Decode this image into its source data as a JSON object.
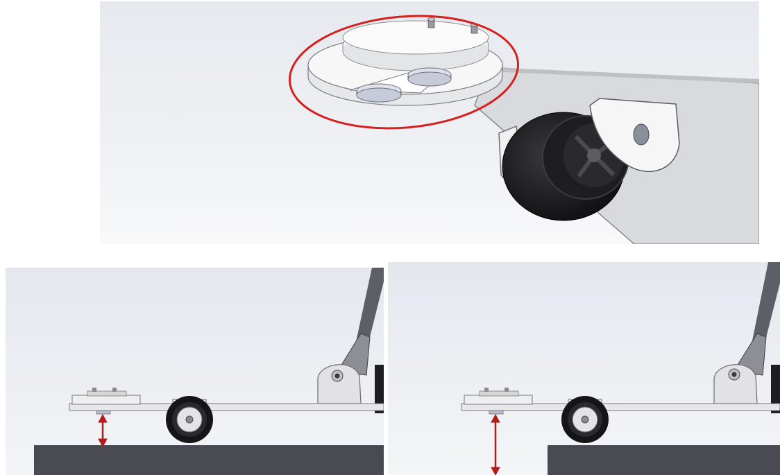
{
  "figure": {
    "panels": [
      {
        "id": "top",
        "subject": "sensor-closeup",
        "highlight": "red-ellipse"
      },
      {
        "id": "bottom-left",
        "subject": "short-distance",
        "arrow": "down-up"
      },
      {
        "id": "bottom-right",
        "subject": "long-distance",
        "arrow": "down-up"
      }
    ],
    "colors": {
      "background": "#eef0f3",
      "plate": "#e4e5e7",
      "plate_edge": "#7b7c80",
      "wheel": "#1a1a1c",
      "ground_block": "#4a4a52",
      "arrow": "#b31b1b",
      "highlight_ellipse": "#d61f1f"
    }
  }
}
